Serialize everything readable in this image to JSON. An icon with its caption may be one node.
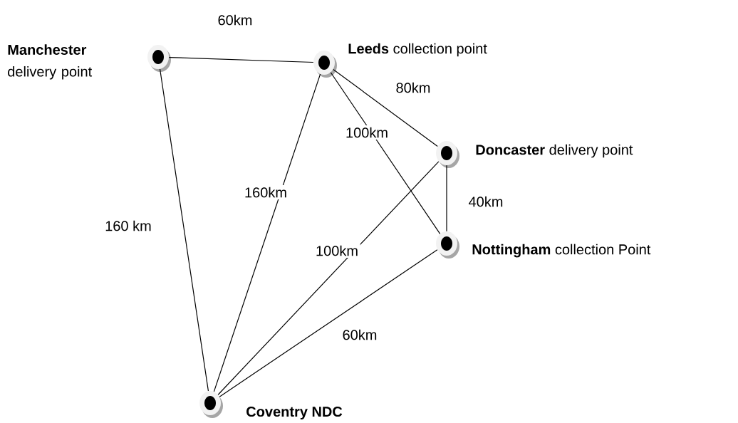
{
  "diagram": {
    "nodes": [
      {
        "text": [],
        "shape": "circle",
        "beside": [
          "**Manchester** delivery point"
        ]
      },
      {
        "text": [],
        "shape": "circle",
        "beside": [
          "**Leeds** collection point"
        ]
      },
      {
        "text": [],
        "shape": "circle",
        "beside": [
          "**Doncaster** delivery point"
        ]
      },
      {
        "text": [],
        "shape": "circle",
        "beside": [
          "**Nottingham** collection Point"
        ]
      },
      {
        "text": [],
        "shape": "circle",
        "beside": [
          "**Coventry NDC**"
        ]
      }
    ],
    "edges": [
      {
        "from": 0,
        "to": 1,
        "arrow": "none",
        "label": "60km"
      },
      {
        "from": 0,
        "to": 4,
        "arrow": "none",
        "label": "160 km"
      },
      {
        "from": 1,
        "to": 2,
        "arrow": "none",
        "label": "80km"
      },
      {
        "from": 1,
        "to": 3,
        "arrow": "none",
        "label": "100km"
      },
      {
        "from": 1,
        "to": 4,
        "arrow": "none",
        "label": "160km"
      },
      {
        "from": 2,
        "to": 4,
        "arrow": "none",
        "label": "100km"
      },
      {
        "from": 2,
        "to": 3,
        "arrow": "none",
        "label": "40km"
      },
      {
        "from": 3,
        "to": 4,
        "arrow": "none",
        "label": "60km"
      }
    ]
  }
}
